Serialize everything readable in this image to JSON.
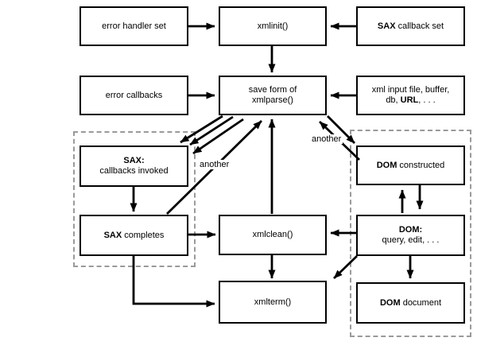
{
  "boxes": {
    "error_handler_set": {
      "label": "error handler set"
    },
    "xmlinit": {
      "label": "xmlinit()"
    },
    "sax_callback_set": {
      "bold": "SAX",
      "rest": " callback set"
    },
    "error_callbacks": {
      "label": "error callbacks"
    },
    "xmlparse": {
      "line1": "save form of",
      "line2": "xmlparse()"
    },
    "xml_input": {
      "line1": "xml input file, buffer,",
      "line2_pre": "db, ",
      "line2_bold": "URL",
      "line2_post": ", . . ."
    },
    "sax_callbacks_invoked": {
      "line1": "SAX:",
      "line2": "callbacks invoked"
    },
    "dom_constructed": {
      "bold": "DOM",
      "rest": " constructed"
    },
    "sax_completes": {
      "bold": "SAX",
      "rest": " completes"
    },
    "xmlclean": {
      "label": "xmlclean()"
    },
    "dom_query": {
      "line1": "DOM:",
      "line2": "query, edit, . . ."
    },
    "xmlterm": {
      "label": "xmlterm()"
    },
    "dom_document": {
      "bold": "DOM",
      "rest": " document"
    }
  },
  "labels": {
    "another_left": "another",
    "another_right": "another"
  },
  "colors": {
    "background": "#ffffff",
    "box_border": "#000000",
    "arrow": "#000000",
    "dashed_region": "#9a9a9a"
  }
}
